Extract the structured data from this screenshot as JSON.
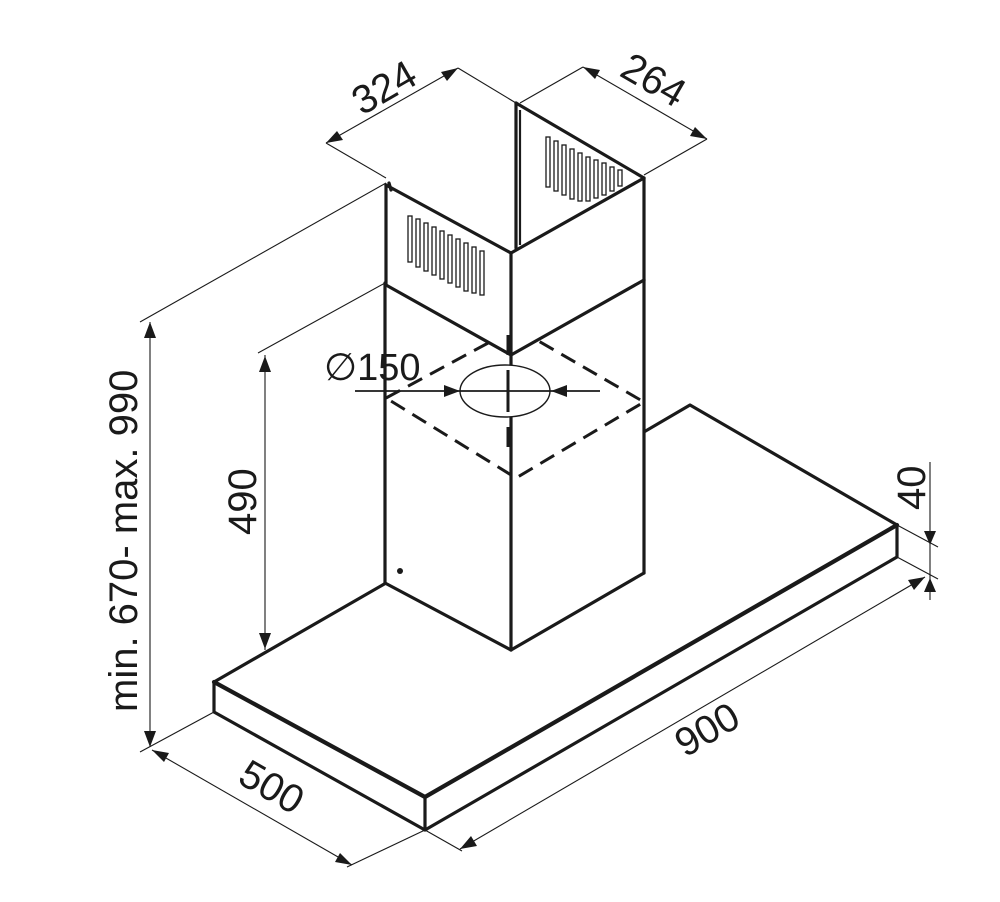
{
  "diagram": {
    "subject": "chimney cooker hood dimension drawing (isometric)",
    "units": "mm",
    "line_color": "#1a1a1a",
    "background": "#ffffff",
    "dimensions": {
      "chimney_width": "324",
      "chimney_depth": "264",
      "duct_diameter": "∅150",
      "lower_chimney_height": "490",
      "total_height": "min. 670- max. 990",
      "canopy_thickness": "40",
      "canopy_width": "900",
      "canopy_depth": "500"
    }
  }
}
